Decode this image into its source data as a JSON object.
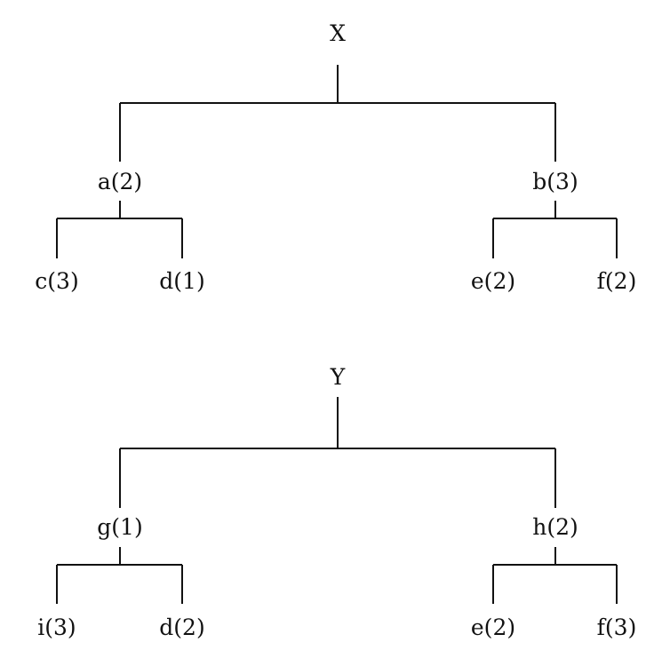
{
  "trees": [
    {
      "root": "X",
      "children": [
        {
          "label": "a(2)",
          "children": [
            {
              "label": "c(3)"
            },
            {
              "label": "d(1)"
            }
          ]
        },
        {
          "label": "b(3)",
          "children": [
            {
              "label": "e(2)"
            },
            {
              "label": "f(2)"
            }
          ]
        }
      ]
    },
    {
      "root": "Y",
      "children": [
        {
          "label": "g(1)",
          "children": [
            {
              "label": "i(3)"
            },
            {
              "label": "d(2)"
            }
          ]
        },
        {
          "label": "h(2)",
          "children": [
            {
              "label": "e(2)"
            },
            {
              "label": "f(3)"
            }
          ]
        }
      ]
    }
  ],
  "colors": {
    "line": "#111111",
    "text": "#111111",
    "background": "#ffffff"
  }
}
